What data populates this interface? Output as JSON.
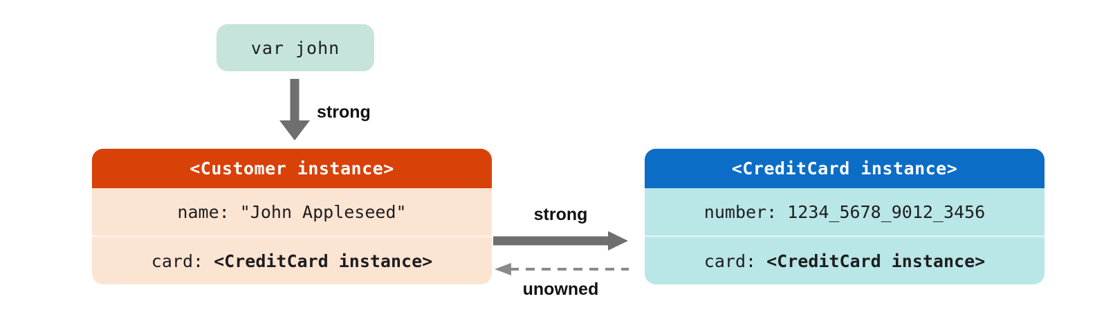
{
  "diagram": {
    "variable_box": {
      "label": "var john"
    },
    "arrow_var_to_customer": {
      "label": "strong",
      "style": "solid",
      "direction": "down"
    },
    "customer_box": {
      "header": "<Customer instance>",
      "rows": [
        {
          "prefix": "name: ",
          "value": "\"John Appleseed\"",
          "bold": false
        },
        {
          "prefix": "card: ",
          "value": "<CreditCard instance>",
          "bold": true
        }
      ]
    },
    "creditcard_box": {
      "header": "<CreditCard instance>",
      "rows": [
        {
          "prefix": "number: ",
          "value": "1234_5678_9012_3456",
          "bold": false
        },
        {
          "prefix": "card: ",
          "value": "<CreditCard instance>",
          "bold": true
        }
      ]
    },
    "arrow_customer_to_card": {
      "label": "strong",
      "style": "solid",
      "direction": "right"
    },
    "arrow_card_to_customer": {
      "label": "unowned",
      "style": "dashed",
      "direction": "left"
    },
    "colors": {
      "variable_box_bg": "#c6e4db",
      "customer_header_bg": "#d84108",
      "customer_body_bg": "#fce4d2",
      "creditcard_header_bg": "#0b6dc5",
      "creditcard_body_bg": "#b9e6e7",
      "solid_arrow": "#6f6f6f",
      "dashed_arrow": "#8a8a8a",
      "text_dark": "#1d1d1f"
    }
  }
}
